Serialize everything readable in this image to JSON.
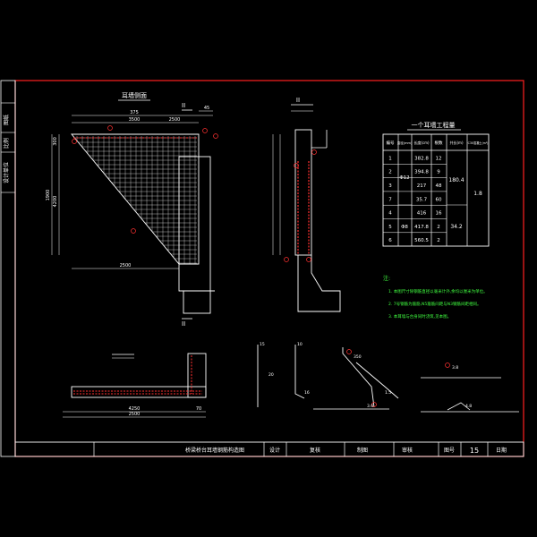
{
  "drawing": {
    "title_main": "耳墙侧面",
    "section_mark": "II",
    "section_top_label": "II",
    "side_labels": [
      "图纸",
      "比例",
      "设计单位"
    ],
    "dims_top": [
      "375",
      "45",
      "3500",
      "2500"
    ],
    "dims_left": [
      "1900",
      "300",
      "4200"
    ],
    "dim_bottom_span": "2500",
    "plan_dims": [
      "4250",
      "2500",
      "70"
    ]
  },
  "table": {
    "title": "一个耳墙工程量",
    "headers": [
      "编号",
      "直径(mm)",
      "长度(cm)",
      "根数",
      "共长(m)",
      "C30混凝土(m³)"
    ],
    "rows": [
      {
        "no": "1",
        "length": "382.8",
        "count": "12"
      },
      {
        "no": "2",
        "length": "394.8",
        "count": "9"
      },
      {
        "no": "3",
        "length": "217",
        "count": "48"
      },
      {
        "no": "7",
        "length": "35.7",
        "count": "60"
      },
      {
        "no": "4",
        "length": "416",
        "count": "16"
      },
      {
        "no": "5",
        "length": "417.8",
        "count": "2"
      },
      {
        "no": "6",
        "length": "560.5",
        "count": "2"
      }
    ],
    "dia_a": "Φ12",
    "dia_b": "Φ8",
    "total_a": "180.4",
    "total_b": "34.2",
    "concrete": "1.8"
  },
  "notes": {
    "heading": "注:",
    "items": [
      "1. 本图尺寸除钢筋直径以毫米计外,余均以厘米为单位。",
      "2. 7号钢筋为箍筋,N5箍筋间距与N3钢筋间距相同。",
      "3. 本耳墙与台身同时浇筑,见本图。"
    ]
  },
  "details": {
    "labels": [
      "15",
      "10",
      "20",
      "16",
      "350",
      "3.6",
      "1.5",
      "3.8",
      "4.8"
    ]
  },
  "title_block": {
    "drawing_title": "桥梁桥台耳墙钢筋构造图",
    "design_label": "设计",
    "check_label": "复核",
    "draw_label": "制图",
    "review_label": "审核",
    "sheet_label": "图号",
    "sheet_no": "15",
    "date_label": "日期"
  },
  "colors": {
    "frame": "#ff2020",
    "line": "#ffffff",
    "text": "#ffffff",
    "rebar": "#ff3030",
    "notes": "#40ff40",
    "cyan": "#40ffff"
  }
}
